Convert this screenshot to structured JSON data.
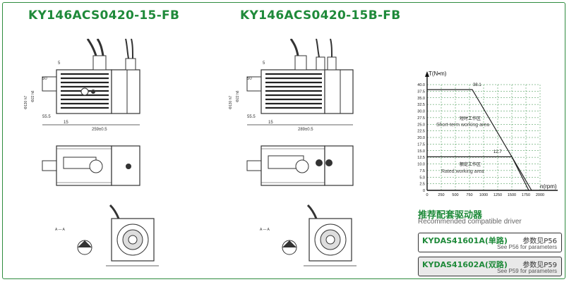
{
  "models": {
    "left": "KY146ACS0420-15-FB",
    "right": "KY146ACS0420-15B-FB"
  },
  "drawing_left": {
    "dim_top": "5",
    "dim_50": "50",
    "dim_55": "55.5",
    "dim_15": "15",
    "dim_len": "259±0.5",
    "dim_shaft": "Φ130 h7",
    "dim_flange": "Φ22 h6",
    "section_label": "A — A"
  },
  "drawing_right": {
    "dim_top": "5",
    "dim_50": "50",
    "dim_55": "55.5",
    "dim_15": "15",
    "dim_len": "289±0.5",
    "dim_shaft": "Φ130 h7",
    "dim_flange": "Φ22 h6",
    "section_label": "A — A"
  },
  "chart_data": {
    "type": "line",
    "ylabel": "T(N•m)",
    "xlabel": "n(rpm)",
    "xlim": [
      0,
      2000
    ],
    "ylim": [
      0,
      40
    ],
    "x_ticks": [
      "0",
      "250",
      "500",
      "750",
      "1000",
      "1250",
      "1500",
      "1750",
      "2000"
    ],
    "y_ticks": [
      "0",
      "2.5",
      "5.0",
      "7.5",
      "10.0",
      "12.5",
      "15.0",
      "17.5",
      "20.0",
      "22.5",
      "25.0",
      "27.5",
      "30.0",
      "32.5",
      "35.0",
      "37.5",
      "40.0"
    ],
    "series": [
      {
        "x": [
          0,
          800,
          1850
        ],
        "y": [
          38.1,
          38.1,
          0
        ]
      },
      {
        "x": [
          0,
          1500,
          1800
        ],
        "y": [
          12.7,
          12.7,
          0
        ]
      }
    ],
    "annotations": {
      "peak": "38.1",
      "rated": "12.7",
      "short_cn": "短时工作区",
      "short_en": "Short-term working area",
      "rated_cn": "额定工作区",
      "rated_en": "Rated working area"
    },
    "grid": true,
    "colors": {
      "grid": "#2e8b3e",
      "curve": "#222222"
    }
  },
  "drivers": {
    "heading": "推荐配套驱动器",
    "subheading": "Recommended compatible driver",
    "items": [
      {
        "model": "KYDAS41601A(单路)",
        "ref": "参数见P56",
        "ref_en": "See P56 for parameters"
      },
      {
        "model": "KYDAS41602A(双路)",
        "ref": "参数见P59",
        "ref_en": "See P59 for parameters"
      }
    ]
  }
}
